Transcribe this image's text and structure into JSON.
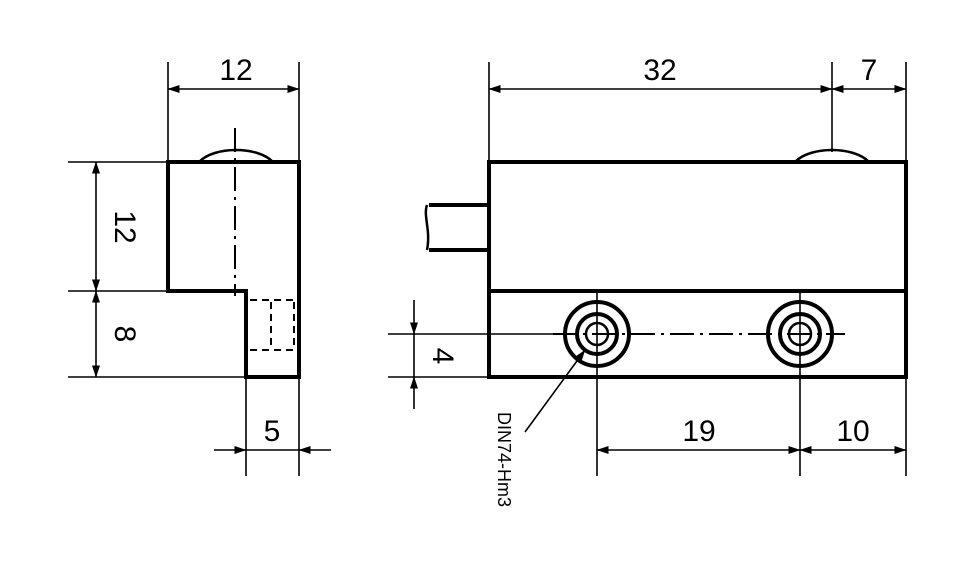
{
  "dimensions": {
    "side_width": "12",
    "side_upper_height": "12",
    "side_lower_height": "8",
    "side_step_width": "5",
    "front_length": "32",
    "front_offset": "7",
    "hole_pitch": "19",
    "hole_edge_distance": "10",
    "hole_height": "4"
  },
  "notes": {
    "screw_spec": "DIN74-Hm3"
  }
}
